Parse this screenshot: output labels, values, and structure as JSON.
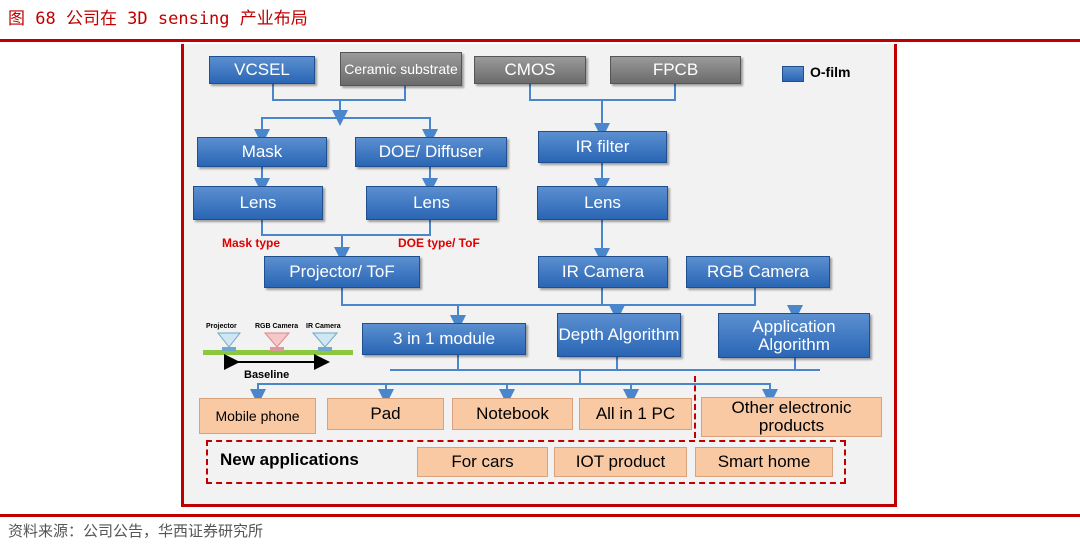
{
  "caption": "图 68   公司在 3D sensing 产业布局",
  "source": "资料来源：公司公告，华西证券研究所",
  "legend": {
    "label": "O-film",
    "color": "#3a78c4"
  },
  "nodes": {
    "vcsel": "VCSEL",
    "ceramic": "Ceramic substrate",
    "cmos": "CMOS",
    "fpcb": "FPCB",
    "mask": "Mask",
    "doe": "DOE/ Diffuser",
    "ir_filter": "IR filter",
    "lens1": "Lens",
    "lens2": "Lens",
    "lens3": "Lens",
    "projector": "Projector/ ToF",
    "ir_camera": "IR Camera",
    "rgb_camera": "RGB Camera",
    "module": "3 in 1 module",
    "depth": "Depth Algorithm",
    "application": "Application Algorithm"
  },
  "labels": {
    "mask_type": "Mask type",
    "doe_type": "DOE type/ ToF"
  },
  "schematic": {
    "projector": "Projector",
    "rgb": "RGB Camera",
    "ir": "IR Camera",
    "baseline": "Baseline"
  },
  "products": {
    "mobile": "Mobile phone",
    "pad": "Pad",
    "notebook": "Notebook",
    "allinone": "All in 1 PC",
    "other": "Other electronic products"
  },
  "new_apps": {
    "title": "New applications",
    "cars": "For cars",
    "iot": "IOT product",
    "smarthome": "Smart home"
  }
}
